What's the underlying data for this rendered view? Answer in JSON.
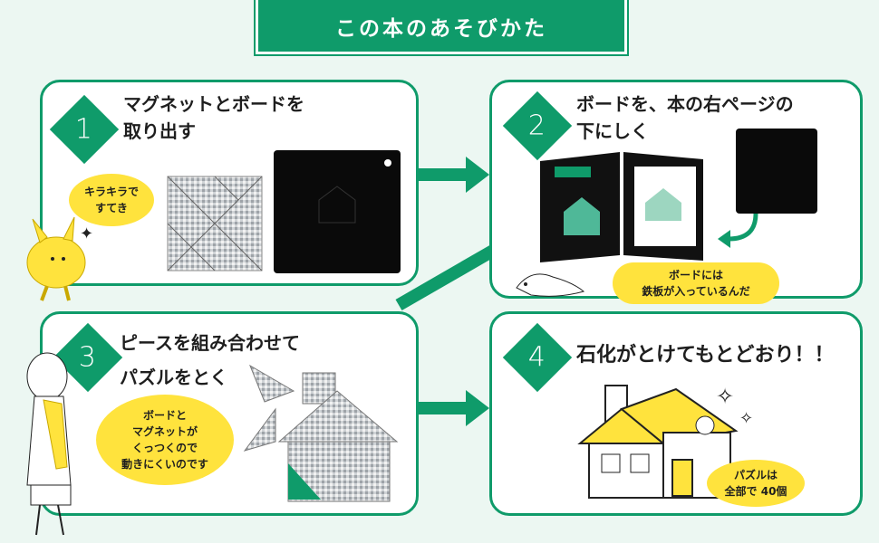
{
  "title": "この本のあそびかた",
  "step1": {
    "number": "1",
    "heading_line1": "マグネットとボードを",
    "heading_line2": "取り出す",
    "bubble_line1": "キラキラで",
    "bubble_line2": "すてき"
  },
  "step2": {
    "number": "2",
    "heading_line1": "ボードを、本の右ページの",
    "heading_line2": "下にしく",
    "bubble_line1": "ボードには",
    "bubble_line2": "鉄板が入っているんだ"
  },
  "step3": {
    "number": "3",
    "heading_line1": "ピースを組み合わせて",
    "heading_line2": "パズルをとく",
    "bubble_line1": "ボードと",
    "bubble_line2": "マグネットが",
    "bubble_line3": "くっつくので",
    "bubble_line4": "動きにくいのです"
  },
  "step4": {
    "number": "4",
    "heading_line1": "石化がとけてもとどおり！！",
    "bubble_line1": "パズルは",
    "bubble_line2": "全部で 40個"
  },
  "colors": {
    "accent": "#0f9b6a",
    "bubble": "#ffe33d",
    "background": "#ecf7f2"
  },
  "icons": [
    "sparkle-icon",
    "arrow-right-icon",
    "curved-arrow-icon"
  ]
}
